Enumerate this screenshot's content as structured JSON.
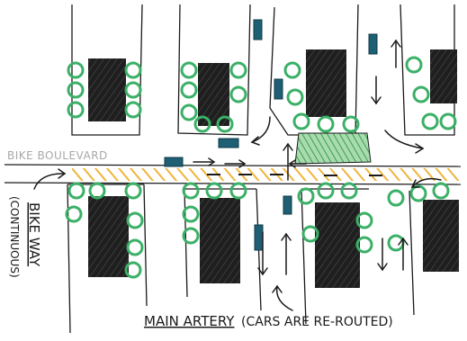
{
  "labels": {
    "bike_boulevard": "BIKE BOULEVARD",
    "bike_way": "BIKE WAY",
    "continuous": "(CONTINUOUS)",
    "main_artery": "MAIN ARTERY",
    "cars_rerouted": "(CARS ARE RE-ROUTED)"
  },
  "colors": {
    "ink": "#1a1a1a",
    "building": "#222222",
    "tree": "#3bb067",
    "car": "#1e5f73",
    "boulevard": "#f0b43c",
    "plaza": "#7cc98a",
    "bike_label": "#a8a8a8"
  }
}
